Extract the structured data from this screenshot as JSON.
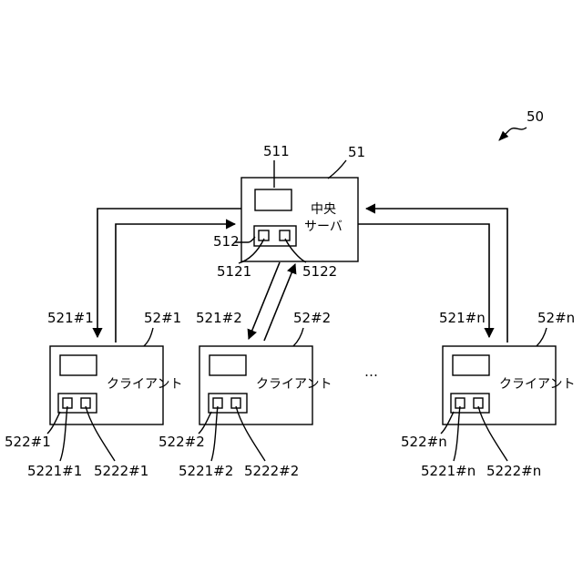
{
  "figure": {
    "ref_system": "50",
    "server": {
      "ref": "51",
      "title_line1": "中央",
      "title_line2": "サーバ",
      "display_ref": "511",
      "port_group_ref": "512",
      "port1_ref": "5121",
      "port2_ref": "5122"
    },
    "clients": [
      {
        "ref": "52#1",
        "label": "クライアント",
        "display_ref": "521#1",
        "port_group_ref": "522#1",
        "port1_ref": "5221#1",
        "port2_ref": "5222#1"
      },
      {
        "ref": "52#2",
        "label": "クライアント",
        "display_ref": "521#2",
        "port_group_ref": "522#2",
        "port1_ref": "5221#2",
        "port2_ref": "5222#2"
      },
      {
        "ref": "52#n",
        "label": "クライアント",
        "display_ref": "521#n",
        "port_group_ref": "522#n",
        "port1_ref": "5221#n",
        "port2_ref": "5222#n"
      }
    ],
    "ellipsis": "…"
  }
}
